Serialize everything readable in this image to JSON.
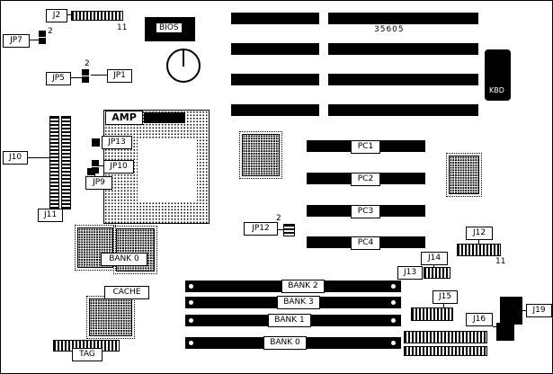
{
  "board": {
    "part_number": "35605",
    "connectors": {
      "j2": {
        "label": "J2",
        "pins": "11"
      },
      "jp7": {
        "label": "JP7",
        "pins": "2"
      },
      "jp5": {
        "label": "JP5",
        "pins": "2"
      },
      "jp1": {
        "label": "JP1"
      },
      "jp13": {
        "label": "JP13"
      },
      "jp10": {
        "label": "JP10"
      },
      "jp9": {
        "label": "JP9"
      },
      "jp12": {
        "label": "JP12",
        "pins": "2"
      },
      "j10": {
        "label": "J10"
      },
      "j11": {
        "label": "J11"
      },
      "j12": {
        "label": "J12",
        "pins": "11"
      },
      "j13": {
        "label": "J13"
      },
      "j14": {
        "label": "J14"
      },
      "j15": {
        "label": "J15"
      },
      "j16": {
        "label": "J16"
      },
      "j19": {
        "label": "J19"
      },
      "kbd": {
        "label": "KBD"
      }
    },
    "chips": {
      "bios": {
        "label": "BIOS"
      },
      "cpu": {
        "label": "AMP"
      },
      "cache_bank": {
        "label": "BANK 0"
      },
      "cache": {
        "label": "CACHE"
      },
      "tag": {
        "label": "TAG"
      }
    },
    "slots": {
      "pci": [
        "PC1",
        "PC2",
        "PC3",
        "PC4"
      ],
      "simm": [
        "BANK 2",
        "BANK 3",
        "BANK 1",
        "BANK 0"
      ]
    }
  }
}
